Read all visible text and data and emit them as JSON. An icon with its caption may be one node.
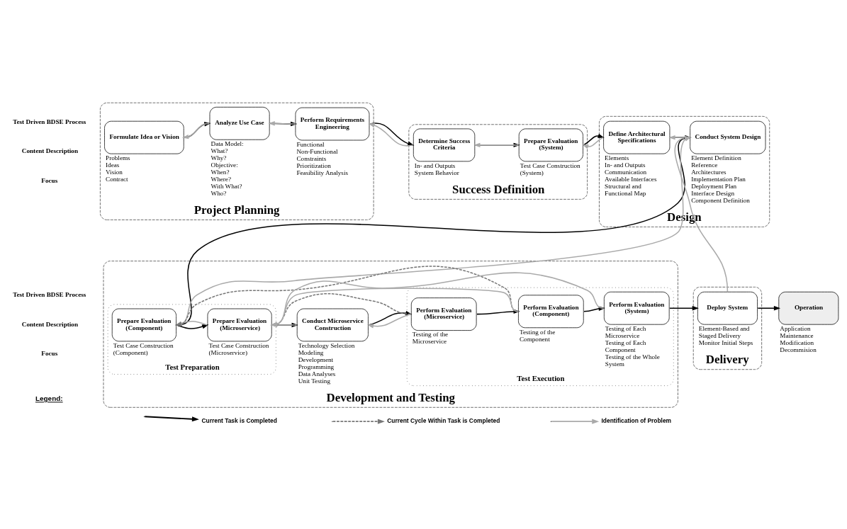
{
  "diagram": {
    "nodes": [
      {
        "text": [
          "Project Planning"
        ]
      },
      {
        "text": [
          "Formulate Idea or Vision"
        ],
        "in": 0,
        "beside": [
          "Problems",
          "Ideas",
          "Vision",
          "Contract"
        ]
      },
      {
        "text": [
          "Analyze Use Case"
        ],
        "in": 0,
        "beside": [
          "Data Model:",
          "What?",
          "Why?",
          "Objective:",
          "When?",
          "Where?",
          "With What?",
          "Who?"
        ]
      },
      {
        "text": [
          "Perform Requirements Engineering"
        ],
        "in": 0,
        "beside": [
          "Functional",
          "Non-Functional",
          "Constraints",
          "Prioritization",
          "Feasibility Analysis"
        ]
      },
      {
        "text": [
          "Success Definition"
        ]
      },
      {
        "text": [
          "Determine Success Criteria"
        ],
        "in": 4,
        "beside": [
          "In- and Outputs",
          "System Behavior"
        ]
      },
      {
        "text": [
          "Prepare Evaluation (System)"
        ],
        "in": 4,
        "beside": [
          "Test Case Construction (System)"
        ]
      },
      {
        "text": [
          "Design"
        ]
      },
      {
        "text": [
          "Define Architectural Specifications"
        ],
        "in": 7,
        "beside": [
          "Elements",
          "In- and Outputs",
          "Communication",
          "Available Interfaces",
          "Structural and Functional Map"
        ]
      },
      {
        "text": [
          "Conduct System Design"
        ],
        "in": 7,
        "beside": [
          "Element Definition",
          "Reference Architectures",
          "Implementation Plan",
          "Deployment Plan",
          "Interface Design",
          "Component Definition"
        ]
      },
      {
        "text": [
          "Development and Testing"
        ]
      },
      {
        "text": [
          "Test Preparation"
        ],
        "in": 10
      },
      {
        "text": [
          "Prepare Evaluation (Component)"
        ],
        "in": 11,
        "beside": [
          "Test Case Construction (Component)"
        ]
      },
      {
        "text": [
          "Prepare Evaluation (Microservice)"
        ],
        "in": 11,
        "beside": [
          "Test Case Construction (Microservice)"
        ]
      },
      {
        "text": [
          "Conduct Microservice Construction"
        ],
        "in": 10,
        "beside": [
          "Technology Selection",
          "Modeling",
          "Development",
          "Programming",
          "Data Analyses",
          "Unit Testing"
        ]
      },
      {
        "text": [
          "Test Execution"
        ],
        "in": 10
      },
      {
        "text": [
          "Perform Evaluation (Microservice)"
        ],
        "in": 15,
        "beside": [
          "Testing of the Microservice"
        ]
      },
      {
        "text": [
          "Perform Evaluation (Component)"
        ],
        "in": 15,
        "beside": [
          "Testing of the Component"
        ]
      },
      {
        "text": [
          "Perform Evaluation (System)"
        ],
        "in": 15,
        "beside": [
          "Testing of Each Microservice",
          "Testing of Each Component",
          "Testing of the Whole System"
        ]
      },
      {
        "text": [
          "Delivery"
        ]
      },
      {
        "text": [
          "Deploy System"
        ],
        "in": 19,
        "beside": [
          "Element-Based and Staged Delivery",
          "Monitor Initial Steps"
        ]
      },
      {
        "text": [
          "Operation"
        ],
        "beside": [
          "Application",
          "Maintenance",
          "Modification",
          "Decommision"
        ]
      }
    ],
    "edges": [
      {
        "from": 1,
        "to": 2,
        "arrow": "to"
      },
      {
        "from": 2,
        "to": 3,
        "arrow": "to"
      },
      {
        "from": 3,
        "to": 5,
        "arrow": "to"
      },
      {
        "from": 5,
        "to": 6,
        "arrow": "to"
      },
      {
        "from": 6,
        "to": 8,
        "arrow": "to"
      },
      {
        "from": 8,
        "to": 9,
        "arrow": "to"
      },
      {
        "from": 9,
        "to": 12,
        "arrow": "to"
      },
      {
        "from": 12,
        "to": 13,
        "arrow": "to"
      },
      {
        "from": 13,
        "to": 14,
        "arrow": "to"
      },
      {
        "from": 14,
        "to": 16,
        "arrow": "to"
      },
      {
        "from": 16,
        "to": 17,
        "arrow": "to"
      },
      {
        "from": 17,
        "to": 18,
        "arrow": "to"
      },
      {
        "from": 18,
        "to": 20,
        "arrow": "to"
      },
      {
        "from": 20,
        "to": 21,
        "arrow": "to"
      },
      {
        "from": 2,
        "to": 1,
        "arrow": "to",
        "color": "#aaaaaa"
      },
      {
        "from": 3,
        "to": 2,
        "arrow": "to",
        "color": "#aaaaaa"
      },
      {
        "from": 5,
        "to": 3,
        "arrow": "to",
        "color": "#aaaaaa"
      },
      {
        "from": 6,
        "to": 5,
        "arrow": "to",
        "color": "#aaaaaa"
      },
      {
        "from": 8,
        "to": 6,
        "arrow": "to",
        "color": "#aaaaaa"
      },
      {
        "from": 9,
        "to": 8,
        "arrow": "to",
        "color": "#aaaaaa"
      },
      {
        "from": 20,
        "to": 9,
        "arrow": "to",
        "color": "#aaaaaa"
      },
      {
        "from": 12,
        "to": 9,
        "arrow": "to",
        "color": "#aaaaaa"
      },
      {
        "from": 13,
        "to": 12,
        "arrow": "to",
        "color": "#aaaaaa"
      },
      {
        "from": 14,
        "to": 13,
        "arrow": "to",
        "color": "#aaaaaa"
      },
      {
        "from": 16,
        "to": 14,
        "arrow": "to",
        "color": "#aaaaaa"
      },
      {
        "from": 17,
        "to": 13,
        "arrow": "to",
        "color": "#aaaaaa"
      },
      {
        "from": 18,
        "to": 13,
        "arrow": "to",
        "color": "#aaaaaa"
      },
      {
        "from": 17,
        "to": 12,
        "arrow": "to",
        "style": "dashed",
        "color": "#777777"
      },
      {
        "from": 16,
        "to": 13,
        "arrow": "to",
        "style": "dashed",
        "color": "#777777"
      }
    ],
    "labels": [
      "Test Driven BDSE Process",
      "Content Description",
      "Focus",
      "Test Driven BDSE Process",
      "Content Description",
      "Focus",
      "Legend:"
    ],
    "legend": [
      {
        "text": "Current Task is Completed"
      },
      {
        "text": "Current Cycle Within Task is Completed"
      },
      {
        "text": "Identification of Problem"
      }
    ]
  }
}
